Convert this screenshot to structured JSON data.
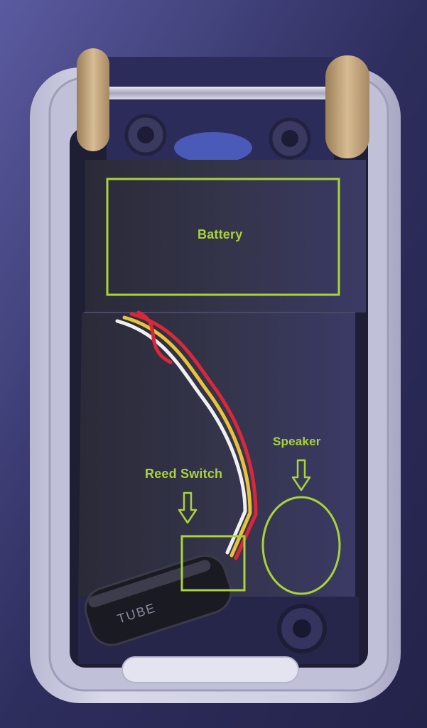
{
  "annotations": {
    "battery": "Battery",
    "speaker": "Speaker",
    "reed_switch": "Reed Switch",
    "tape_text": "TUBE"
  },
  "colors": {
    "annotation": "#a9d33a",
    "background": "#2a2a52",
    "case_metal": "#c8c8de",
    "tape": "#2a2a3a",
    "wire_red": "#d8283a",
    "wire_yellow": "#e8c23a",
    "wire_white": "#f0f0f0",
    "roller": "#c9a97c"
  }
}
